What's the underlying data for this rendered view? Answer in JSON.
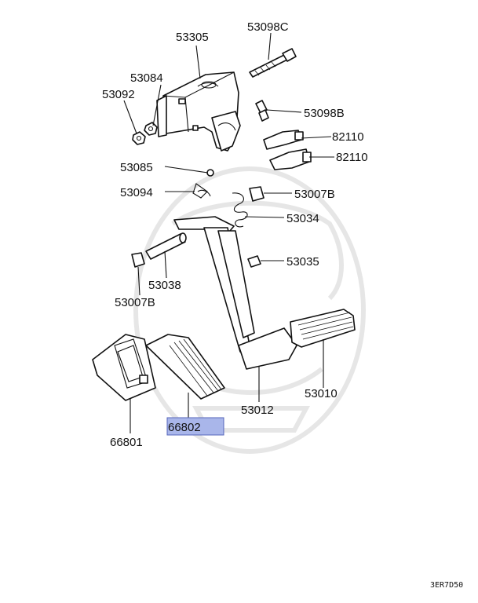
{
  "diagram": {
    "labels": {
      "bracket": "53305",
      "bolt_long": "53098C",
      "nut_53084": "53084",
      "nut_53092": "53092",
      "bolt_short": "53098B",
      "switch_1": "82110",
      "switch_2": "82110",
      "bushing_53085": "53085",
      "clip_53094": "53094",
      "bushing_53007b_top": "53007B",
      "spring_53034": "53034",
      "stopper_53035": "53035",
      "shaft_53038": "53038",
      "bushing_53007b_bottom": "53007B",
      "brake_pad": "53010",
      "clutch_pad": "53012",
      "accel_pedal": "66802",
      "accel_bracket": "66801"
    },
    "highlight_color": "#a9b6ea",
    "highlighted_label": "accel_pedal",
    "footer_code": "3ER7D50"
  }
}
